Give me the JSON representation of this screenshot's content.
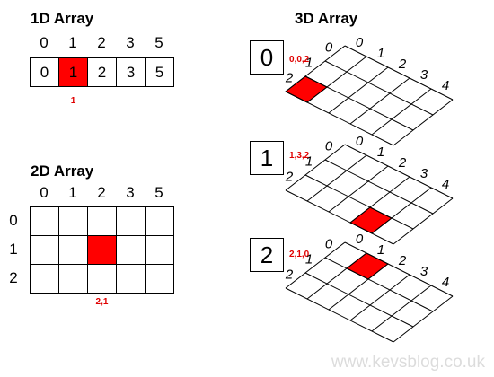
{
  "array_1d": {
    "title": "1D Array",
    "indices": [
      "0",
      "1",
      "2",
      "3",
      "5"
    ],
    "values": [
      "0",
      "1",
      "2",
      "3",
      "5"
    ],
    "highlight_index": 1,
    "highlight_label": "1"
  },
  "array_2d": {
    "title": "2D Array",
    "col_indices": [
      "0",
      "1",
      "2",
      "3",
      "5"
    ],
    "row_indices": [
      "0",
      "1",
      "2"
    ],
    "highlight": {
      "row": 1,
      "col": 2
    },
    "highlight_label": "2,1"
  },
  "array_3d": {
    "title": "3D Array",
    "layers": [
      {
        "number": "0",
        "coord_label": "0,0,2",
        "highlight": {
          "row": 2,
          "col": 0
        }
      },
      {
        "number": "1",
        "coord_label": "1,3,2",
        "highlight": {
          "row": 2,
          "col": 3
        }
      },
      {
        "number": "2",
        "coord_label": "2,1,0",
        "highlight": {
          "row": 0,
          "col": 1
        }
      }
    ],
    "row_labels": [
      "0",
      "1",
      "2"
    ],
    "col_labels": [
      "0",
      "1",
      "2",
      "3",
      "4"
    ]
  },
  "colors": {
    "highlight": "#ff0000",
    "label": "#e00000"
  },
  "watermark": "www.kevsblog.co.uk"
}
